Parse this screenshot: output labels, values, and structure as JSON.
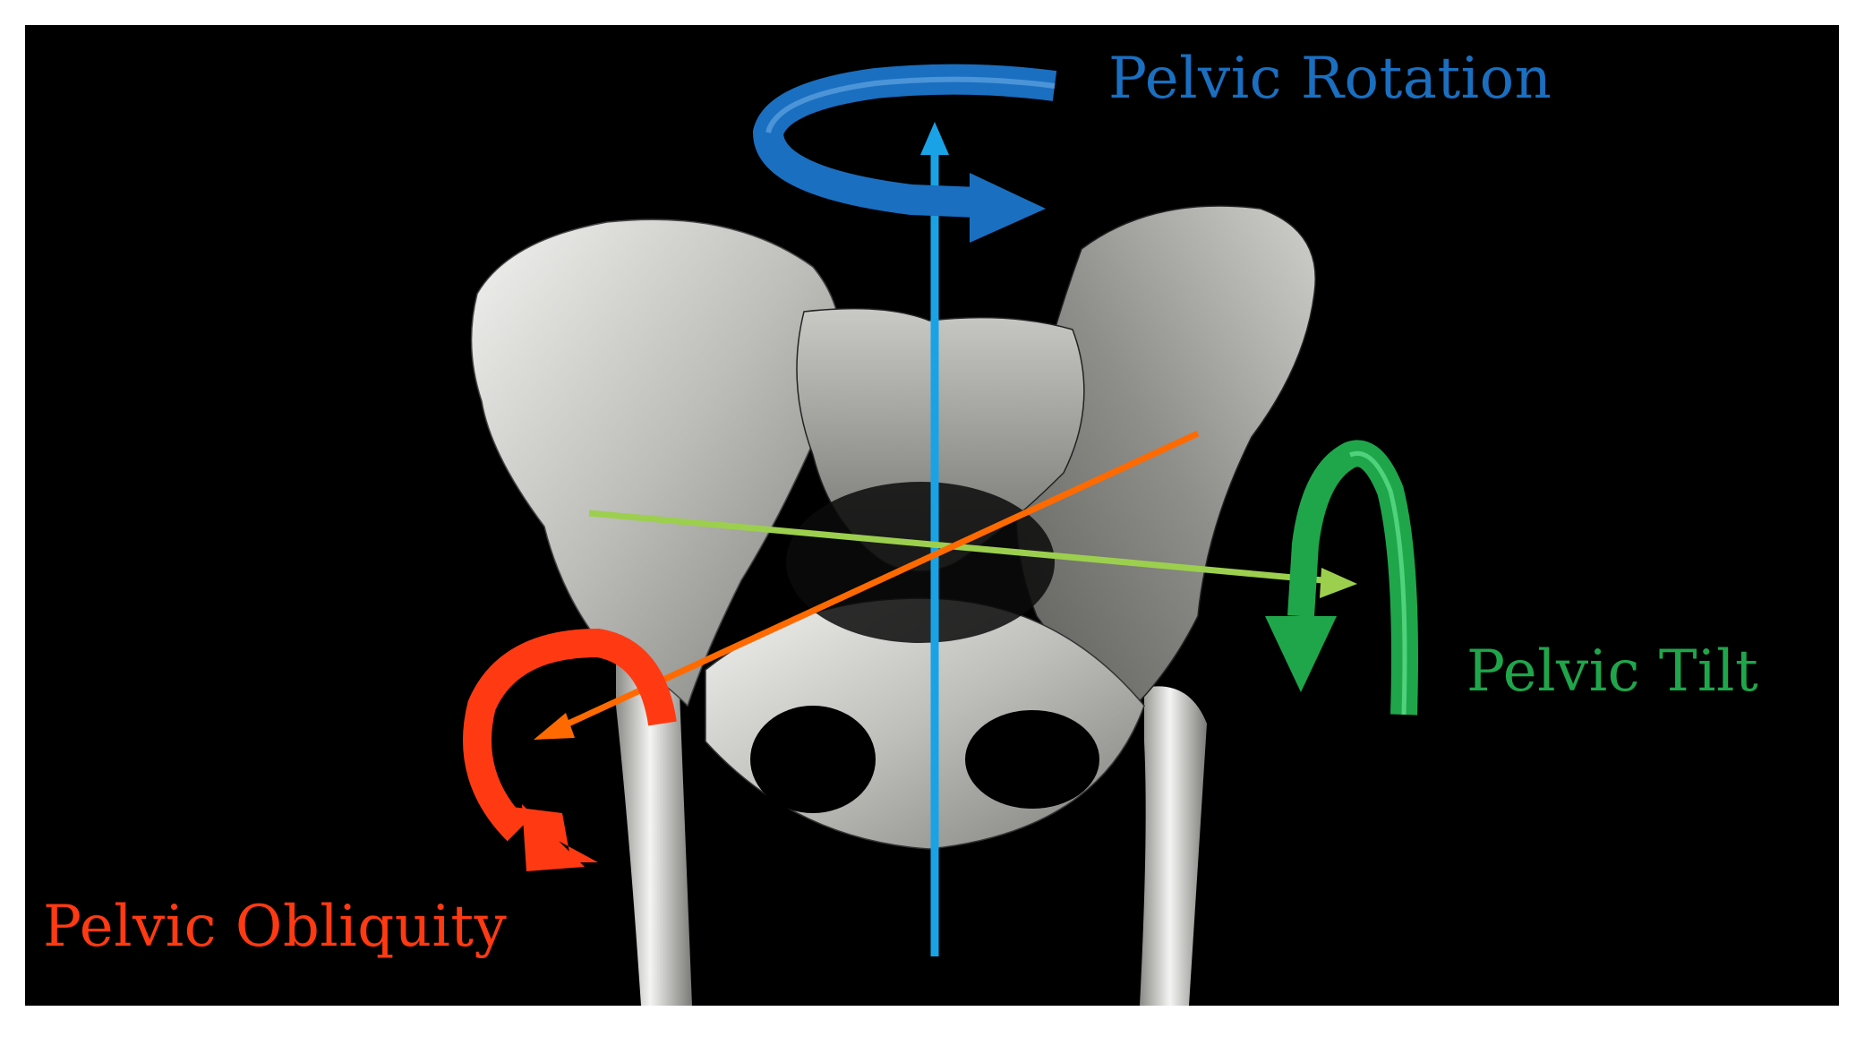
{
  "labels": {
    "rotation": "Pelvic Rotation",
    "tilt": "Pelvic Tilt",
    "obliquity": "Pelvic Obliquity"
  },
  "colors": {
    "background": "#000000",
    "rotation": "#1a6fc0",
    "rotation_axis": "#19a3e6",
    "tilt": "#1fa64b",
    "tilt_axis": "#9ccf4e",
    "obliquity": "#ff3a12",
    "obliquity_axis": "#ff6a00",
    "bone": "#d8d8d4"
  },
  "icons": {
    "rotation": "curved-arrow-icon",
    "tilt": "curved-arrow-icon",
    "obliquity": "curved-arrow-icon"
  }
}
